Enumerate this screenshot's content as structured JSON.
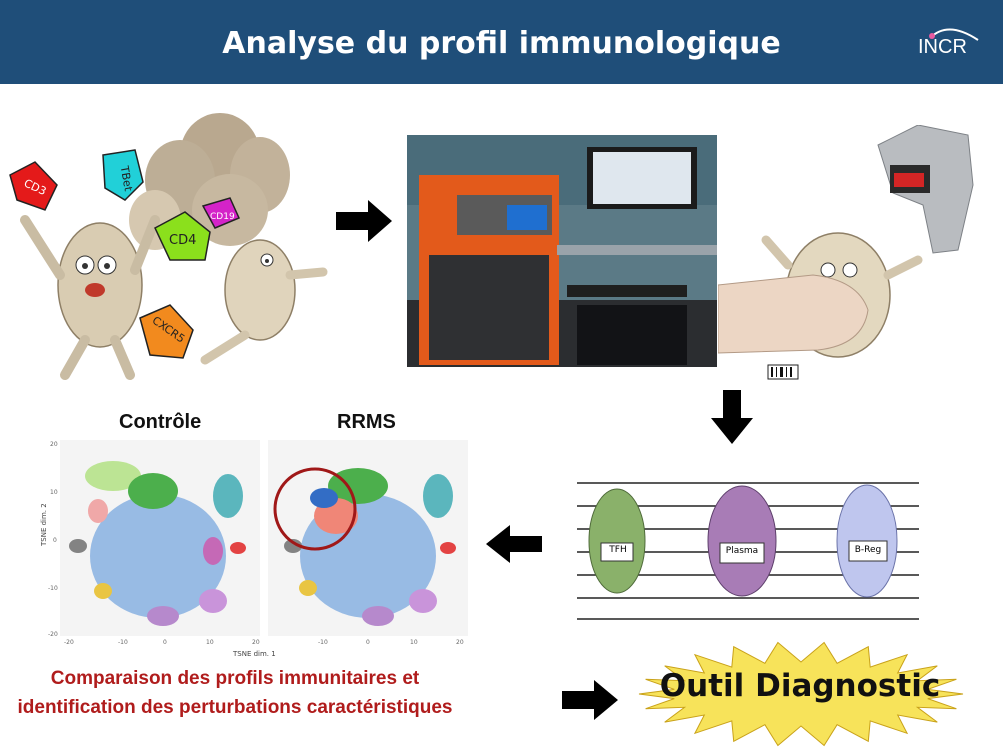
{
  "header": {
    "title": "Analyse du profil immunologique",
    "logo_text": "INCR",
    "background": "#1f4e79"
  },
  "markers": [
    "CD3",
    "TBet",
    "CD19",
    "CD4",
    "CXCR5"
  ],
  "tsne": {
    "left_label": "Contrôle",
    "right_label": "RRMS",
    "axis_x": "TSNE dim. 1",
    "axis_y": "TSNE dim. 2",
    "ticks_x": [
      "-20",
      "-10",
      "0",
      "10",
      "20",
      "-10",
      "0",
      "10",
      "20"
    ],
    "ticks_y": [
      "20",
      "10",
      "0",
      "-10",
      "-20"
    ]
  },
  "lineup": {
    "cells": [
      "TFH",
      "Plasma",
      "B-Reg"
    ]
  },
  "caption": {
    "line1": "Comparaison des profils immunitaires et",
    "line2": "identification des perturbations caractéristiques"
  },
  "outcome": {
    "label": "Outil Diagnostic"
  },
  "colors": {
    "caption_red": "#b01c1c",
    "starburst": "#f7e35a",
    "cytometer": "#e35a1b"
  },
  "icons": [
    "arrow-right-icon",
    "arrow-down-icon",
    "arrow-left-icon",
    "barcode-scanner-icon"
  ]
}
